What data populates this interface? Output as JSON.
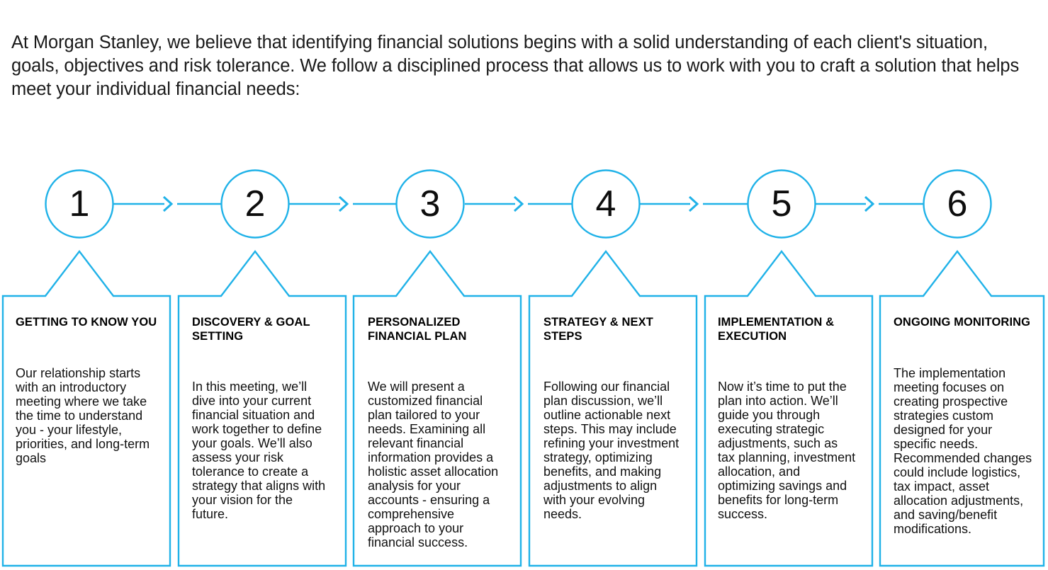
{
  "intro": {
    "text": "At Morgan Stanley, we believe that identifying financial solutions begins with a solid understanding of each client's situation, goals, objectives and risk tolerance. We follow a disciplined process that allows us to work with you to craft a solution that helps meet your individual financial needs:"
  },
  "theme": {
    "accent_color": "#20B2E8",
    "text_color": "#000000",
    "background_color": "#FFFFFF"
  },
  "diagram": {
    "type": "process-flow",
    "connector_icon": "chevron-right-icon",
    "step_count": 6,
    "steps": [
      {
        "number": "1",
        "title": "GETTING TO KNOW YOU",
        "body": "Our relationship starts with an introductory meeting where we take the time to understand you - your lifestyle, priorities, and long-term goals"
      },
      {
        "number": "2",
        "title": "DISCOVERY & GOAL SETTING",
        "body": "In this meeting, we’ll dive into your current financial situation and work together to define your goals. We’ll also assess your risk tolerance to create a strategy that aligns with your vision for the future."
      },
      {
        "number": "3",
        "title": "PERSONALIZED FINANCIAL PLAN",
        "body": "We will present a customized financial plan tailored to your needs.  Examining all relevant financial information provides a holistic asset allocation analysis for your accounts - ensuring a comprehensive approach to your financial success."
      },
      {
        "number": "4",
        "title": "STRATEGY & NEXT STEPS",
        "body": "Following our financial plan discussion, we’ll outline actionable next steps. This may include refining your investment strategy, optimizing benefits, and making adjustments to align with your evolving needs."
      },
      {
        "number": "5",
        "title": "IMPLEMENTATION & EXECUTION",
        "body": "Now it’s time to put the plan into action. We’ll guide you through executing strategic adjustments, such as tax planning, investment allocation, and optimizing savings and benefits for long-term success."
      },
      {
        "number": "6",
        "title": "ONGOING MONITORING",
        "body": "The implementation meeting focuses on creating prospective strategies custom designed for your specific needs. Recommended changes could include logistics, tax impact, asset allocation adjustments, and saving/benefit modifications."
      }
    ]
  }
}
